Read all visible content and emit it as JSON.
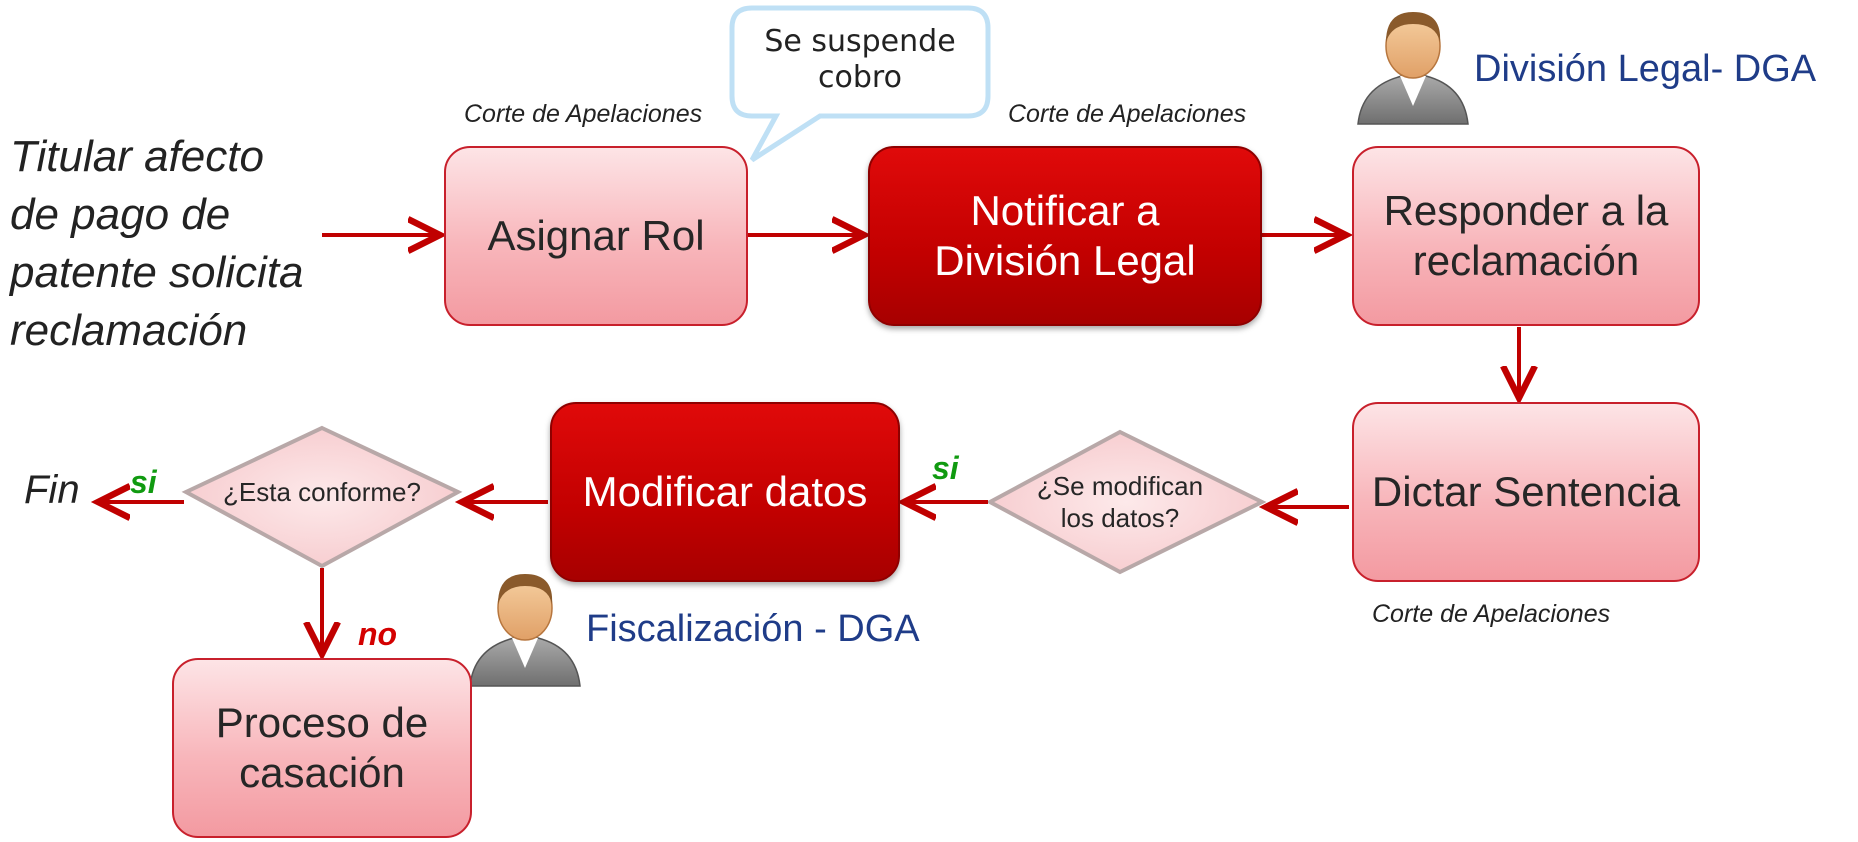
{
  "start_text": "Titular afecto\nde pago de\npatente solicita\nreclamación",
  "end_text": "Fin",
  "callout": "Se suspende\ncobro",
  "roles": {
    "legal": "División Legal- DGA",
    "fiscal": "Fiscalización - DGA"
  },
  "actor_labels": {
    "asignar": "Corte de Apelaciones",
    "notificar": "Corte de Apelaciones",
    "dictar": "Corte de Apelaciones"
  },
  "steps": {
    "asignar": "Asignar Rol",
    "notificar": "Notificar a\nDivisión Legal",
    "responder": "Responder a la\nreclamación",
    "dictar": "Dictar Sentencia",
    "modificar": "Modificar datos",
    "casacion": "Proceso de\ncasación"
  },
  "decisions": {
    "modifican": "¿Se modifican\nlos datos?",
    "conforme": "¿Esta conforme?"
  },
  "edge_labels": {
    "si_modifican": "si",
    "si_conforme": "si",
    "no_conforme": "no"
  },
  "colors": {
    "arrow": "#c00000",
    "dark_box": "#c20000",
    "light_box": "#f8b6bb",
    "role_text": "#1f3c88",
    "yes_label": "#109a10",
    "no_label": "#d40000"
  },
  "icons": [
    "person-icon",
    "person-icon",
    "expand-plus-icon"
  ]
}
